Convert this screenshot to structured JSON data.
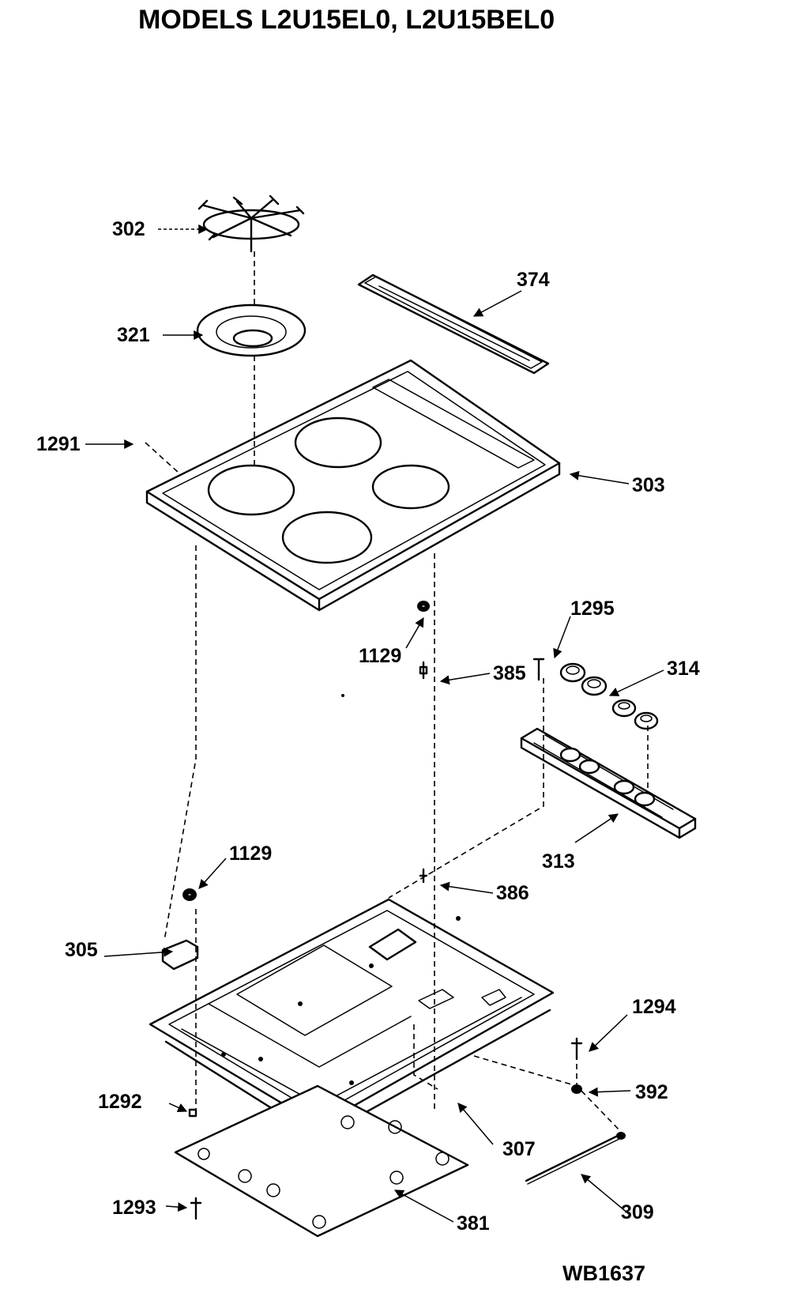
{
  "title": "MODELS L2U15EL0, L2U15BEL0",
  "drawing_code": "WB1637",
  "part_labels": {
    "p302": "302",
    "p374": "374",
    "p321": "321",
    "p1291": "1291",
    "p303": "303",
    "p1129a": "1129",
    "p1295": "1295",
    "p385": "385",
    "p314": "314",
    "p313": "313",
    "p1129b": "1129",
    "p386": "386",
    "p305": "305",
    "p1294": "1294",
    "p392": "392",
    "p1292": "1292",
    "p307": "307",
    "p1293": "1293",
    "p381": "381",
    "p309": "309"
  }
}
